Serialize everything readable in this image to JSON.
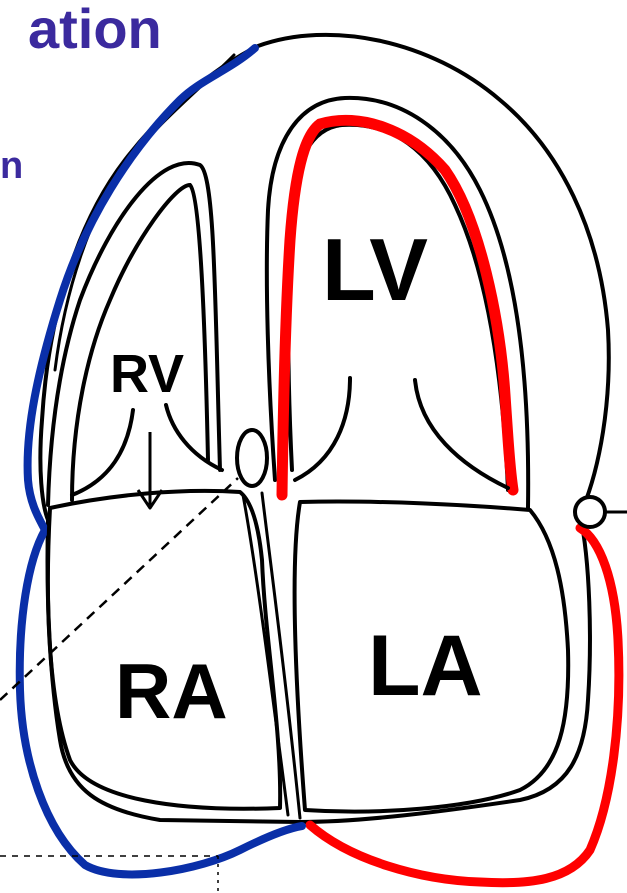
{
  "header": {
    "title_fragment": "ation",
    "subtitle_fragment": "n"
  },
  "labels": {
    "rv": "RV",
    "lv": "LV",
    "ra": "RA",
    "la": "LA"
  },
  "colors": {
    "title": "#3b2a9e",
    "right_heart_border": "#0a2fa8",
    "left_heart_border": "#ff0000",
    "outline": "#000000",
    "background": "#ffffff"
  },
  "icons": {
    "valve_marker_left": "ellipse",
    "valve_marker_right": "circle",
    "flow_arrow": "down-arrow"
  }
}
